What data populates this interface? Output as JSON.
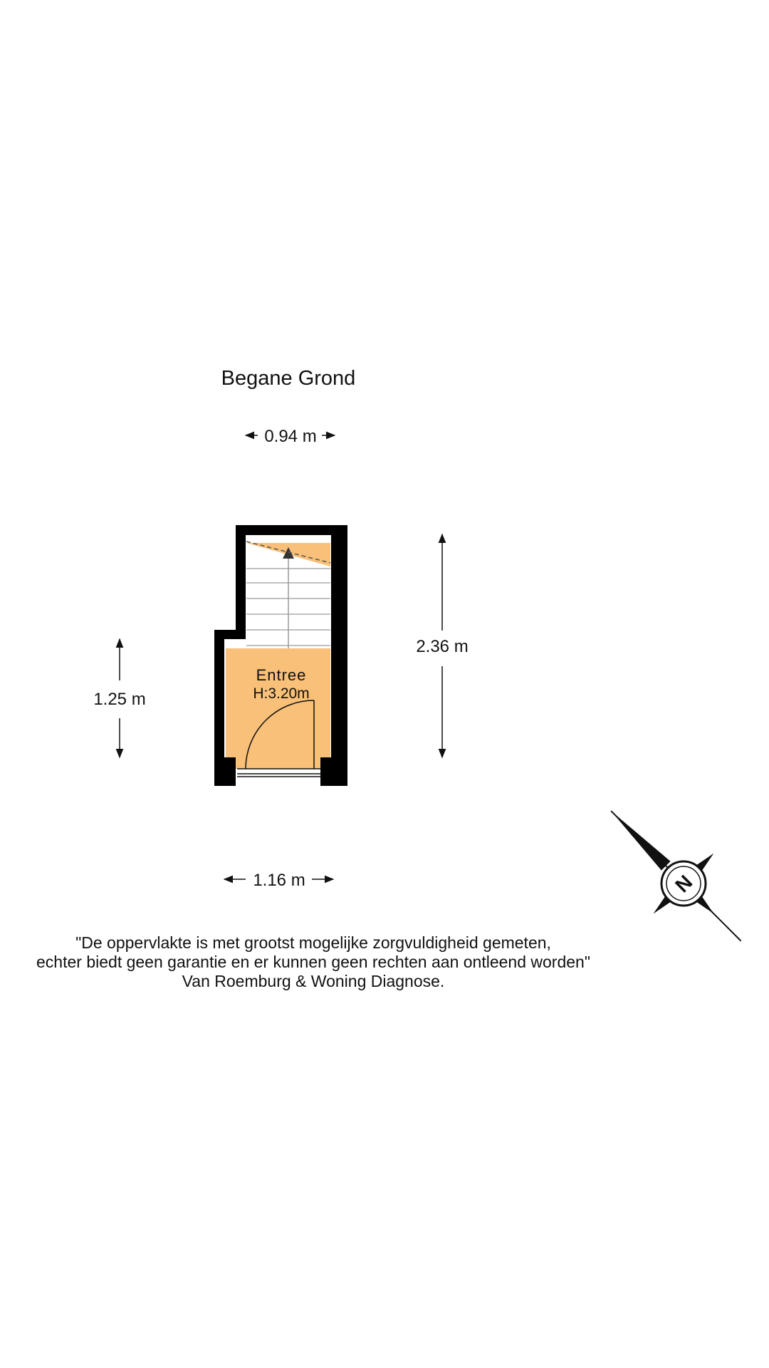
{
  "floor": {
    "title": "Begane Grond"
  },
  "room": {
    "name": "Entree",
    "height_label": "H:3.20m",
    "fill_color": "#f8c078"
  },
  "dimensions": {
    "top_width": "0.94 m",
    "bottom_width": "1.16 m",
    "left_height": "1.25 m",
    "right_height": "2.36 m"
  },
  "compass": {
    "letter": "N"
  },
  "disclaimer": {
    "line1": "\"De oppervlakte is met grootst mogelijke zorgvuldigheid gemeten,",
    "line2": "echter biedt geen garantie en er kunnen geen rechten aan ontleend worden\"",
    "line3": "Van Roemburg & Woning Diagnose."
  },
  "colors": {
    "wall": "#000000",
    "room_fill": "#f8c078",
    "background": "#ffffff"
  }
}
